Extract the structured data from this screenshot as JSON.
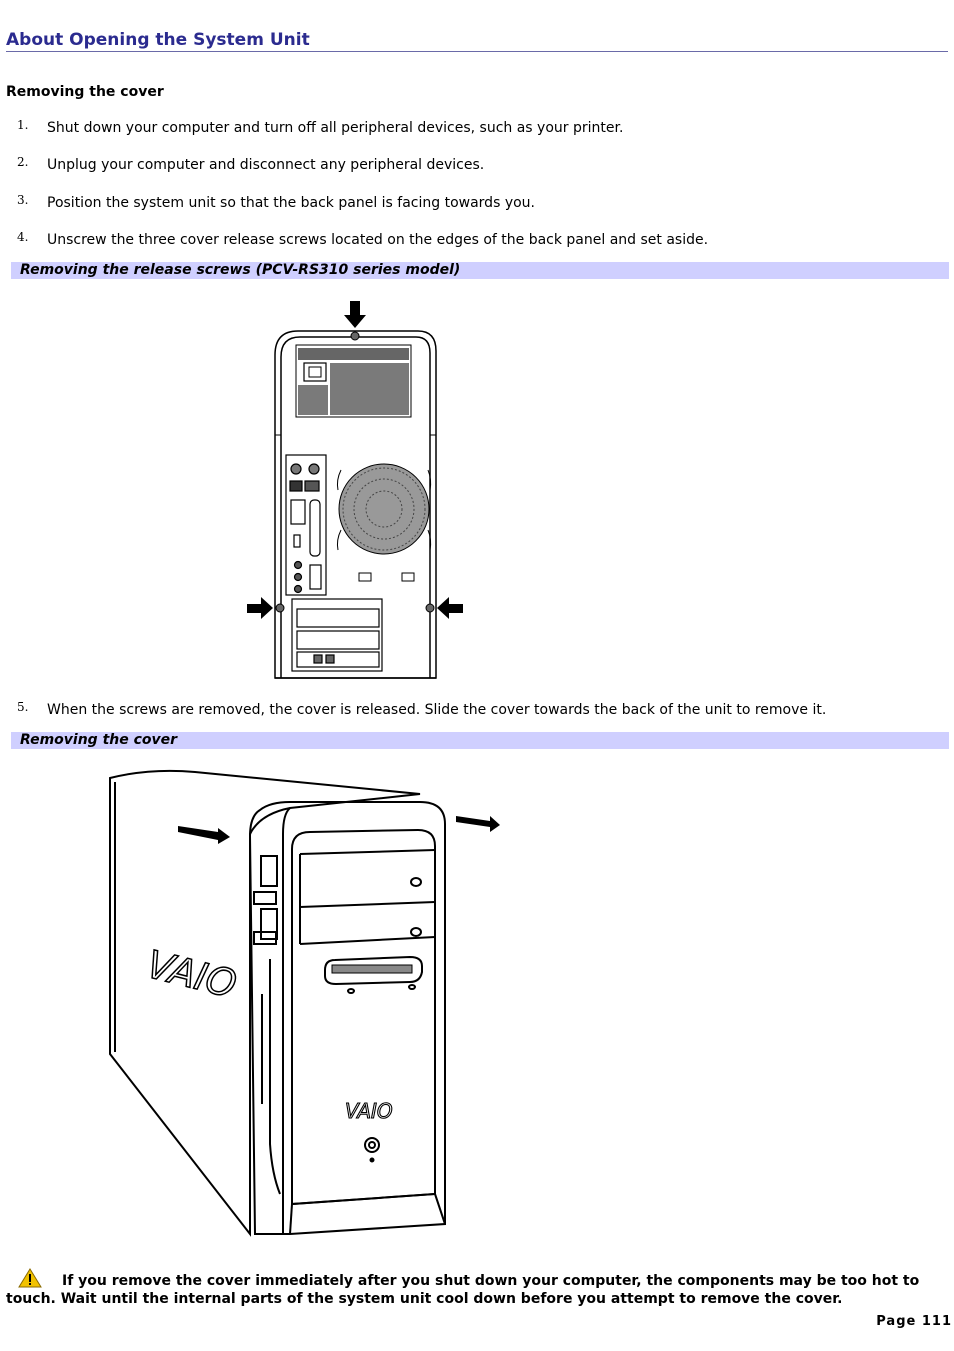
{
  "page": {
    "title": "About Opening the System Unit",
    "section_heading": "Removing the cover",
    "steps": [
      {
        "number": "1.",
        "text": "Shut down your computer and turn off all peripheral devices, such as your printer."
      },
      {
        "number": "2.",
        "text": "Unplug your computer and disconnect any peripheral devices."
      },
      {
        "number": "3.",
        "text": "Position the system unit so that the back panel is facing towards you."
      },
      {
        "number": "4.",
        "text": "Unscrew the three cover release screws located on the edges of the back panel and set aside."
      },
      {
        "number": "5.",
        "text": "When the screws are removed, the cover is released. Slide the cover towards the back of the unit to remove it."
      }
    ],
    "figures": [
      {
        "caption": "Removing the release screws (PCV-RS310 series model)",
        "icon": "back-panel-illustration"
      },
      {
        "caption": "Removing the cover",
        "icon": "tower-cover-illustration",
        "logo_text": "VAIO"
      }
    ],
    "warning": {
      "icon": "warning-icon",
      "text": "If you remove the cover immediately after you shut down your computer, the components may be too hot to touch. Wait until the internal parts of the system unit cool down before you attempt to remove the cover."
    },
    "footer": {
      "page_label": "Page 111"
    }
  },
  "colors": {
    "title": "#2b2b8f",
    "caption_bg": "#cfcfff",
    "warning_yellow": "#f2c200"
  }
}
